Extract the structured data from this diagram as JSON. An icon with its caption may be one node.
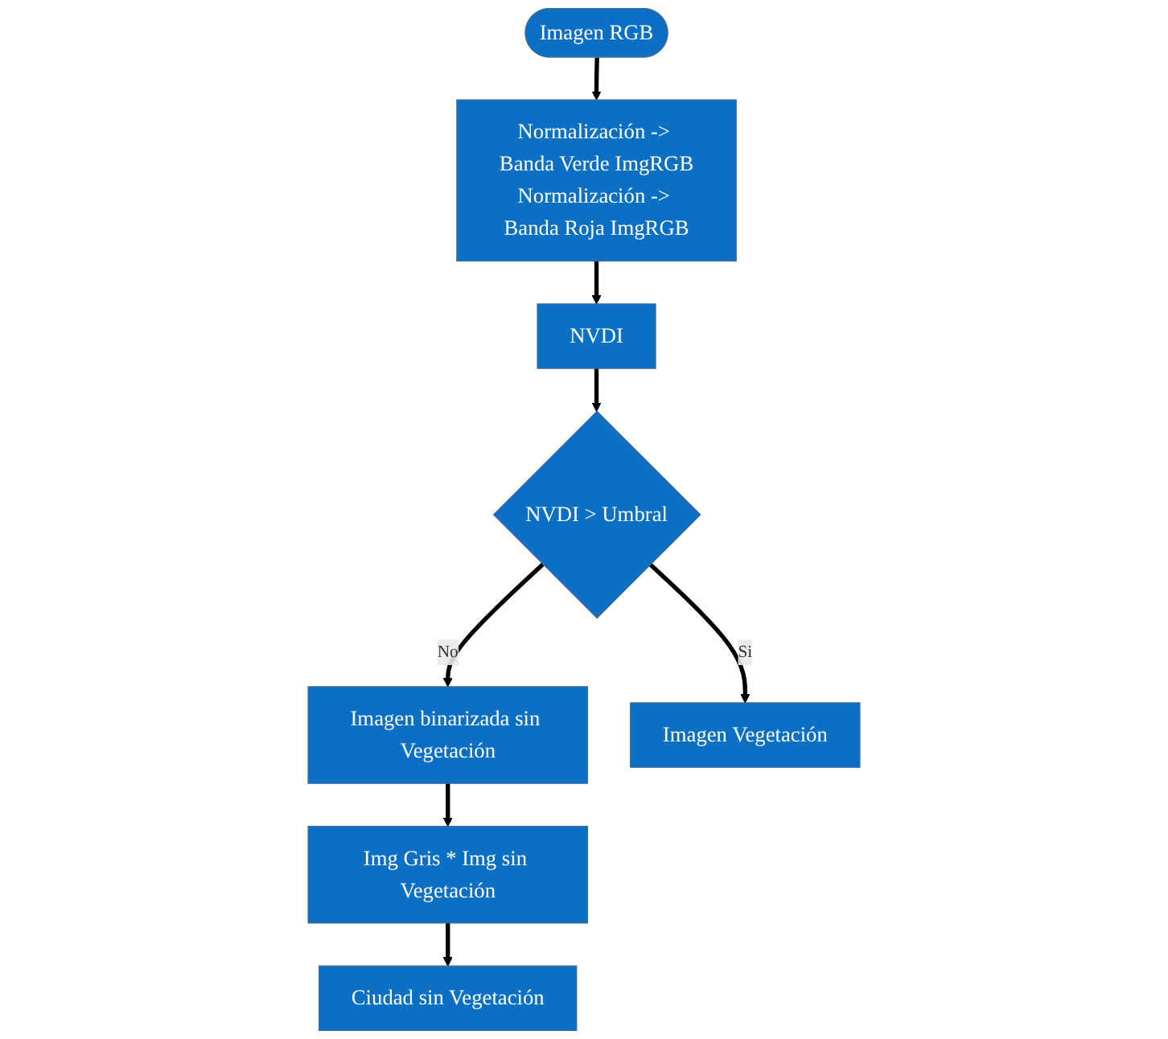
{
  "diagram": {
    "nodes": [
      {
        "text": [
          "Imagen RGB"
        ]
      },
      {
        "text": [
          "Normalización -> Banda Verde ImgRGB",
          "Normalización -> Banda Roja ImgRGB"
        ]
      },
      {
        "text": [
          "NVDI"
        ]
      },
      {
        "text": [
          "NVDI > Umbral"
        ]
      },
      {
        "text": [
          "Imagen binarizada sin Vegetación"
        ]
      },
      {
        "text": [
          "Imagen Vegetación"
        ]
      },
      {
        "text": [
          "Img Gris * Img sin Vegetación"
        ]
      },
      {
        "text": [
          "Ciudad sin Vegetación"
        ]
      }
    ],
    "edges": [
      {
        "from": 0,
        "to": 1,
        "arrow": "to"
      },
      {
        "from": 1,
        "to": 2,
        "arrow": "to"
      },
      {
        "from": 2,
        "to": 3,
        "arrow": "to"
      },
      {
        "from": 3,
        "to": 4,
        "arrow": "to",
        "label": "No"
      },
      {
        "from": 3,
        "to": 5,
        "arrow": "to",
        "label": "Si"
      },
      {
        "from": 4,
        "to": 6,
        "arrow": "to"
      },
      {
        "from": 6,
        "to": 7,
        "arrow": "to"
      }
    ]
  }
}
